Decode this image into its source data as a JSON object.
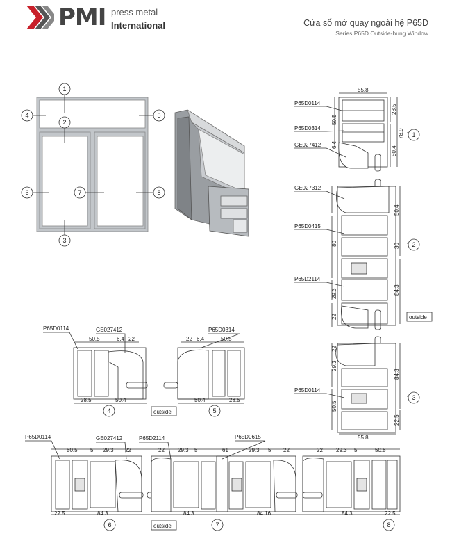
{
  "header": {
    "brand": "PMI",
    "brand_line1": "press metal",
    "brand_line2": "International",
    "title_vi": "Cửa sổ mở quay ngoài hệ P65D",
    "title_en": "Series P65D  Outside-hung Window"
  },
  "callouts": [
    "1",
    "2",
    "3",
    "4",
    "5",
    "6",
    "7",
    "8"
  ],
  "right_profile": {
    "codes": [
      "P65D0114",
      "P65D0314",
      "GE027412",
      "GE027312",
      "P65D0415",
      "P65D2114",
      "P65D0114"
    ],
    "dims": [
      "55.8",
      "28.5",
      "50.5",
      "78.9",
      "50.4",
      "6.4",
      "50.4",
      "80",
      "30",
      "29.3",
      "84.3",
      "22",
      "22",
      "29.3",
      "84.3",
      "50.5",
      "22.5",
      "55.8"
    ],
    "outside": "outside"
  },
  "section_4": {
    "codes": [
      "P65D0114",
      "GE027412"
    ],
    "dims": [
      "50.5",
      "6.4",
      "22",
      "28.5",
      "50.4"
    ],
    "outside": "outside"
  },
  "section_5": {
    "codes": [
      "P65D0314"
    ],
    "dims": [
      "22",
      "6.4",
      "50.5",
      "50.4",
      "28.5"
    ]
  },
  "bottom_section": {
    "codes": [
      "P65D0114",
      "GE027412",
      "P65D2114",
      "P65D0615"
    ],
    "dims": [
      "50.5",
      "5",
      "29.3",
      "22",
      "22",
      "29.3",
      "5",
      "61",
      "29.3",
      "5",
      "22",
      "22",
      "29.3",
      "5",
      "50.5",
      "22.5",
      "84.3",
      "84.3",
      "84.16",
      "84.3",
      "22.5"
    ],
    "outside": "outside"
  },
  "colors": {
    "frame": "#b0b4b8",
    "line": "#333333",
    "accent": "#c8202a"
  }
}
